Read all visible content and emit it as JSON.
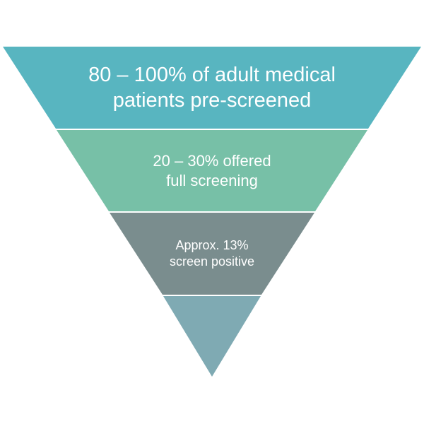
{
  "funnel": {
    "tiers": [
      {
        "lines": [
          "80 – 100% of adult medical",
          "patients pre-screened"
        ],
        "color": "#58b5c0"
      },
      {
        "lines": [
          "20 – 30% offered",
          "full screening"
        ],
        "color": "#77c0a7"
      },
      {
        "lines": [
          "Approx. 13%",
          "screen positive"
        ],
        "color": "#7a8d8e"
      },
      {
        "lines": [],
        "color": "#7faab3"
      }
    ]
  }
}
